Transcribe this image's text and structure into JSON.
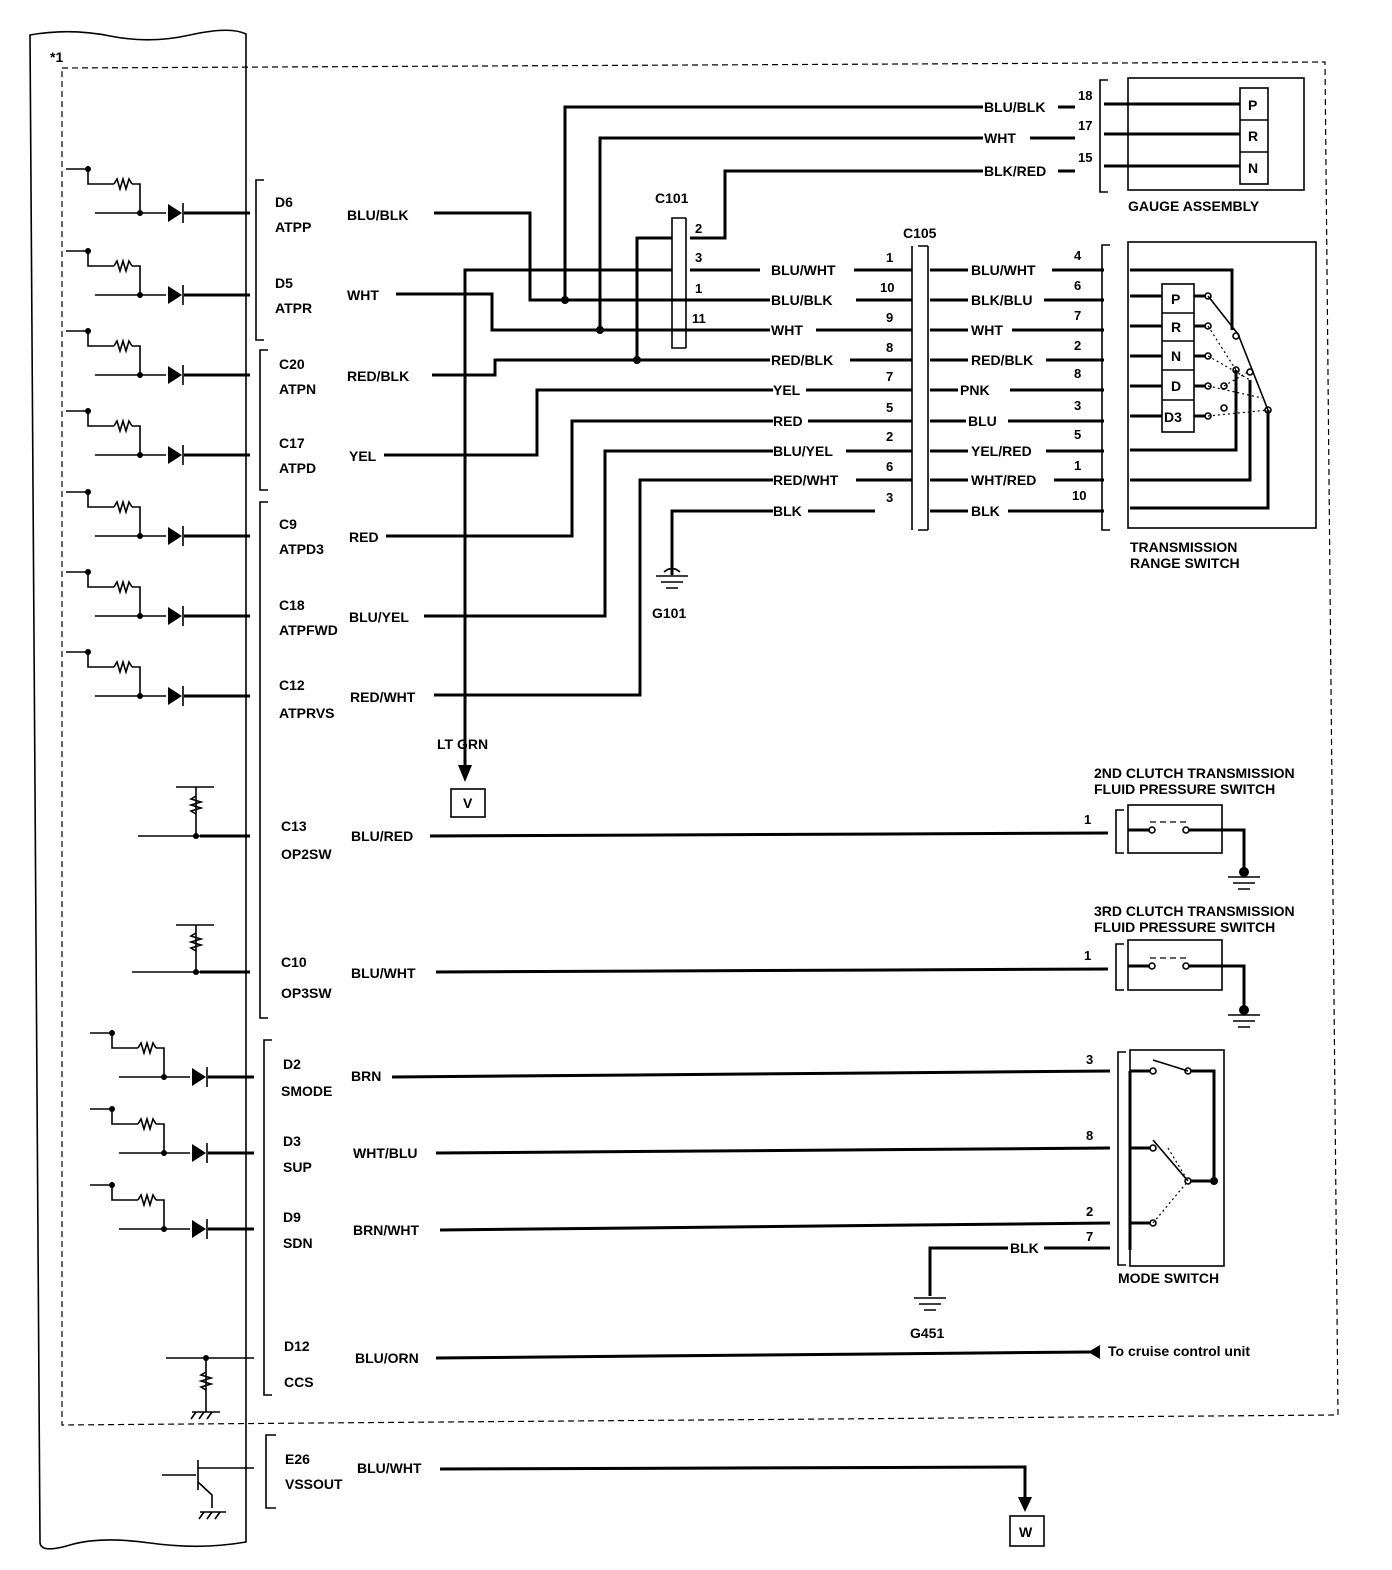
{
  "ecm_note": "*1",
  "pcm_terminals": [
    {
      "id": "D6",
      "name": "ATPP",
      "wire": "BLU/BLK"
    },
    {
      "id": "D5",
      "name": "ATPR",
      "wire": "WHT"
    },
    {
      "id": "C20",
      "name": "ATPN",
      "wire": "RED/BLK"
    },
    {
      "id": "C17",
      "name": "ATPD",
      "wire": "YEL"
    },
    {
      "id": "C9",
      "name": "ATPD3",
      "wire": "RED"
    },
    {
      "id": "C18",
      "name": "ATPFWD",
      "wire": "BLU/YEL"
    },
    {
      "id": "C12",
      "name": "ATPRVS",
      "wire": "RED/WHT"
    },
    {
      "id": "C13",
      "name": "OP2SW",
      "wire": "BLU/RED"
    },
    {
      "id": "C10",
      "name": "OP3SW",
      "wire": "BLU/WHT"
    },
    {
      "id": "D2",
      "name": "SMODE",
      "wire": "BRN"
    },
    {
      "id": "D3",
      "name": "SUP",
      "wire": "WHT/BLU"
    },
    {
      "id": "D9",
      "name": "SDN",
      "wire": "BRN/WHT"
    },
    {
      "id": "D12",
      "name": "CCS",
      "wire": "BLU/ORN"
    },
    {
      "id": "E26",
      "name": "VSSOUT",
      "wire": "BLU/WHT"
    }
  ],
  "gauge": {
    "title": "GAUGE ASSEMBLY",
    "wires": [
      "BLU/BLK",
      "WHT",
      "BLK/RED"
    ],
    "pins": [
      "18",
      "17",
      "15"
    ],
    "positions": [
      "P",
      "R",
      "N"
    ]
  },
  "c101": {
    "label": "C101",
    "pins": [
      "2",
      "3",
      "1",
      "11"
    ]
  },
  "c105": {
    "label": "C105",
    "left_wires": [
      "BLU/WHT",
      "BLU/BLK",
      "WHT",
      "RED/BLK",
      "YEL",
      "RED",
      "BLU/YEL",
      "RED/WHT",
      "BLK"
    ],
    "pins": [
      "1",
      "10",
      "9",
      "8",
      "7",
      "5",
      "2",
      "6",
      "3"
    ],
    "right_wires": [
      "BLU/WHT",
      "BLK/BLU",
      "WHT",
      "RED/BLK",
      "PNK",
      "BLU",
      "YEL/RED",
      "WHT/RED",
      "BLK"
    ]
  },
  "trs": {
    "title_line1": "TRANSMISSION",
    "title_line2": "RANGE SWITCH",
    "pins": [
      "4",
      "6",
      "7",
      "2",
      "8",
      "3",
      "5",
      "1",
      "10"
    ],
    "positions": [
      "P",
      "R",
      "N",
      "D",
      "D3"
    ]
  },
  "g101": "G101",
  "lt_grn": "LT GRN",
  "conn_v": "V",
  "conn_w": "W",
  "op2": {
    "line1": "2ND CLUTCH TRANSMISSION",
    "line2": "FLUID PRESSURE SWITCH",
    "pin": "1"
  },
  "op3": {
    "line1": "3RD CLUTCH TRANSMISSION",
    "line2": "FLUID PRESSURE SWITCH",
    "pin": "1"
  },
  "mode": {
    "title": "MODE SWITCH",
    "pins": [
      "3",
      "8",
      "2",
      "7"
    ],
    "gnd_wire": "BLK",
    "gnd": "G451"
  },
  "cruise": "To cruise control unit"
}
